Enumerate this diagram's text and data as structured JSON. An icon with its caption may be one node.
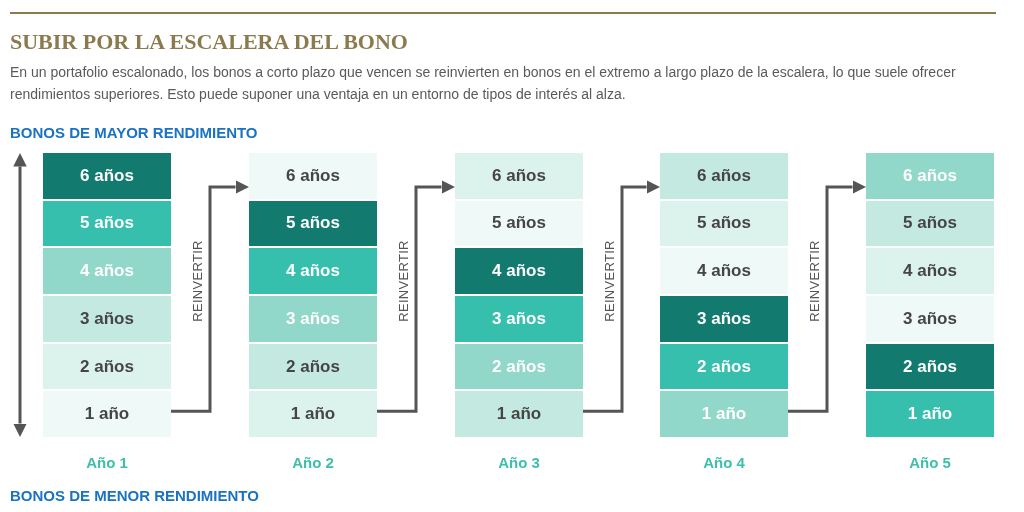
{
  "diagram": {
    "title": "SUBIR POR LA ESCALERA DEL BONO",
    "nodes": [
      {
        "text": [
          "Año 1"
        ]
      },
      {
        "text": [
          "6 años"
        ],
        "in": 0
      },
      {
        "text": [
          "5 años"
        ],
        "in": 0
      },
      {
        "text": [
          "4 años"
        ],
        "in": 0
      },
      {
        "text": [
          "3 años"
        ],
        "in": 0
      },
      {
        "text": [
          "2 años"
        ],
        "in": 0
      },
      {
        "text": [
          "1 año"
        ],
        "in": 0
      },
      {
        "text": [
          "Año 2"
        ]
      },
      {
        "text": [
          "6 años"
        ],
        "in": 7
      },
      {
        "text": [
          "5 años"
        ],
        "in": 7
      },
      {
        "text": [
          "4 años"
        ],
        "in": 7
      },
      {
        "text": [
          "3 años"
        ],
        "in": 7
      },
      {
        "text": [
          "2 años"
        ],
        "in": 7
      },
      {
        "text": [
          "1 año"
        ],
        "in": 7
      },
      {
        "text": [
          "Año 3"
        ]
      },
      {
        "text": [
          "6 años"
        ],
        "in": 14
      },
      {
        "text": [
          "5 años"
        ],
        "in": 14
      },
      {
        "text": [
          "4 años"
        ],
        "in": 14
      },
      {
        "text": [
          "3 años"
        ],
        "in": 14
      },
      {
        "text": [
          "2 años"
        ],
        "in": 14
      },
      {
        "text": [
          "1 año"
        ],
        "in": 14
      },
      {
        "text": [
          "Año 4"
        ]
      },
      {
        "text": [
          "6 años"
        ],
        "in": 21
      },
      {
        "text": [
          "5 años"
        ],
        "in": 21
      },
      {
        "text": [
          "4 años"
        ],
        "in": 21
      },
      {
        "text": [
          "3 años"
        ],
        "in": 21
      },
      {
        "text": [
          "2 años"
        ],
        "in": 21
      },
      {
        "text": [
          "1 año"
        ],
        "in": 21
      },
      {
        "text": [
          "Año 5"
        ]
      },
      {
        "text": [
          "6 años"
        ],
        "in": 28
      },
      {
        "text": [
          "5 años"
        ],
        "in": 28
      },
      {
        "text": [
          "4 años"
        ],
        "in": 28
      },
      {
        "text": [
          "3 años"
        ],
        "in": 28
      },
      {
        "text": [
          "2 años"
        ],
        "in": 28
      },
      {
        "text": [
          "1 año"
        ],
        "in": 28
      }
    ],
    "edges": [
      {
        "from": 6,
        "to": 8,
        "arrow": "to",
        "label": "REINVERTIR"
      },
      {
        "from": 13,
        "to": 15,
        "arrow": "to",
        "label": "REINVERTIR"
      },
      {
        "from": 20,
        "to": 22,
        "arrow": "to",
        "label": "REINVERTIR"
      },
      {
        "from": 27,
        "to": 29,
        "arrow": "to",
        "label": "REINVERTIR"
      }
    ],
    "labels": [
      "En un portafolio escalonado, los bonos a corto plazo que vencen se reinvierten en bonos en el extremo a largo plazo de la escalera, lo que suele ofrecer rendimientos superiores. Esto puede suponer una ventaja en un entorno de tipos de interés al alza.",
      "BONOS DE MAYOR RENDIMIENTO",
      "BONOS DE MENOR RENDIMIENTO"
    ]
  }
}
